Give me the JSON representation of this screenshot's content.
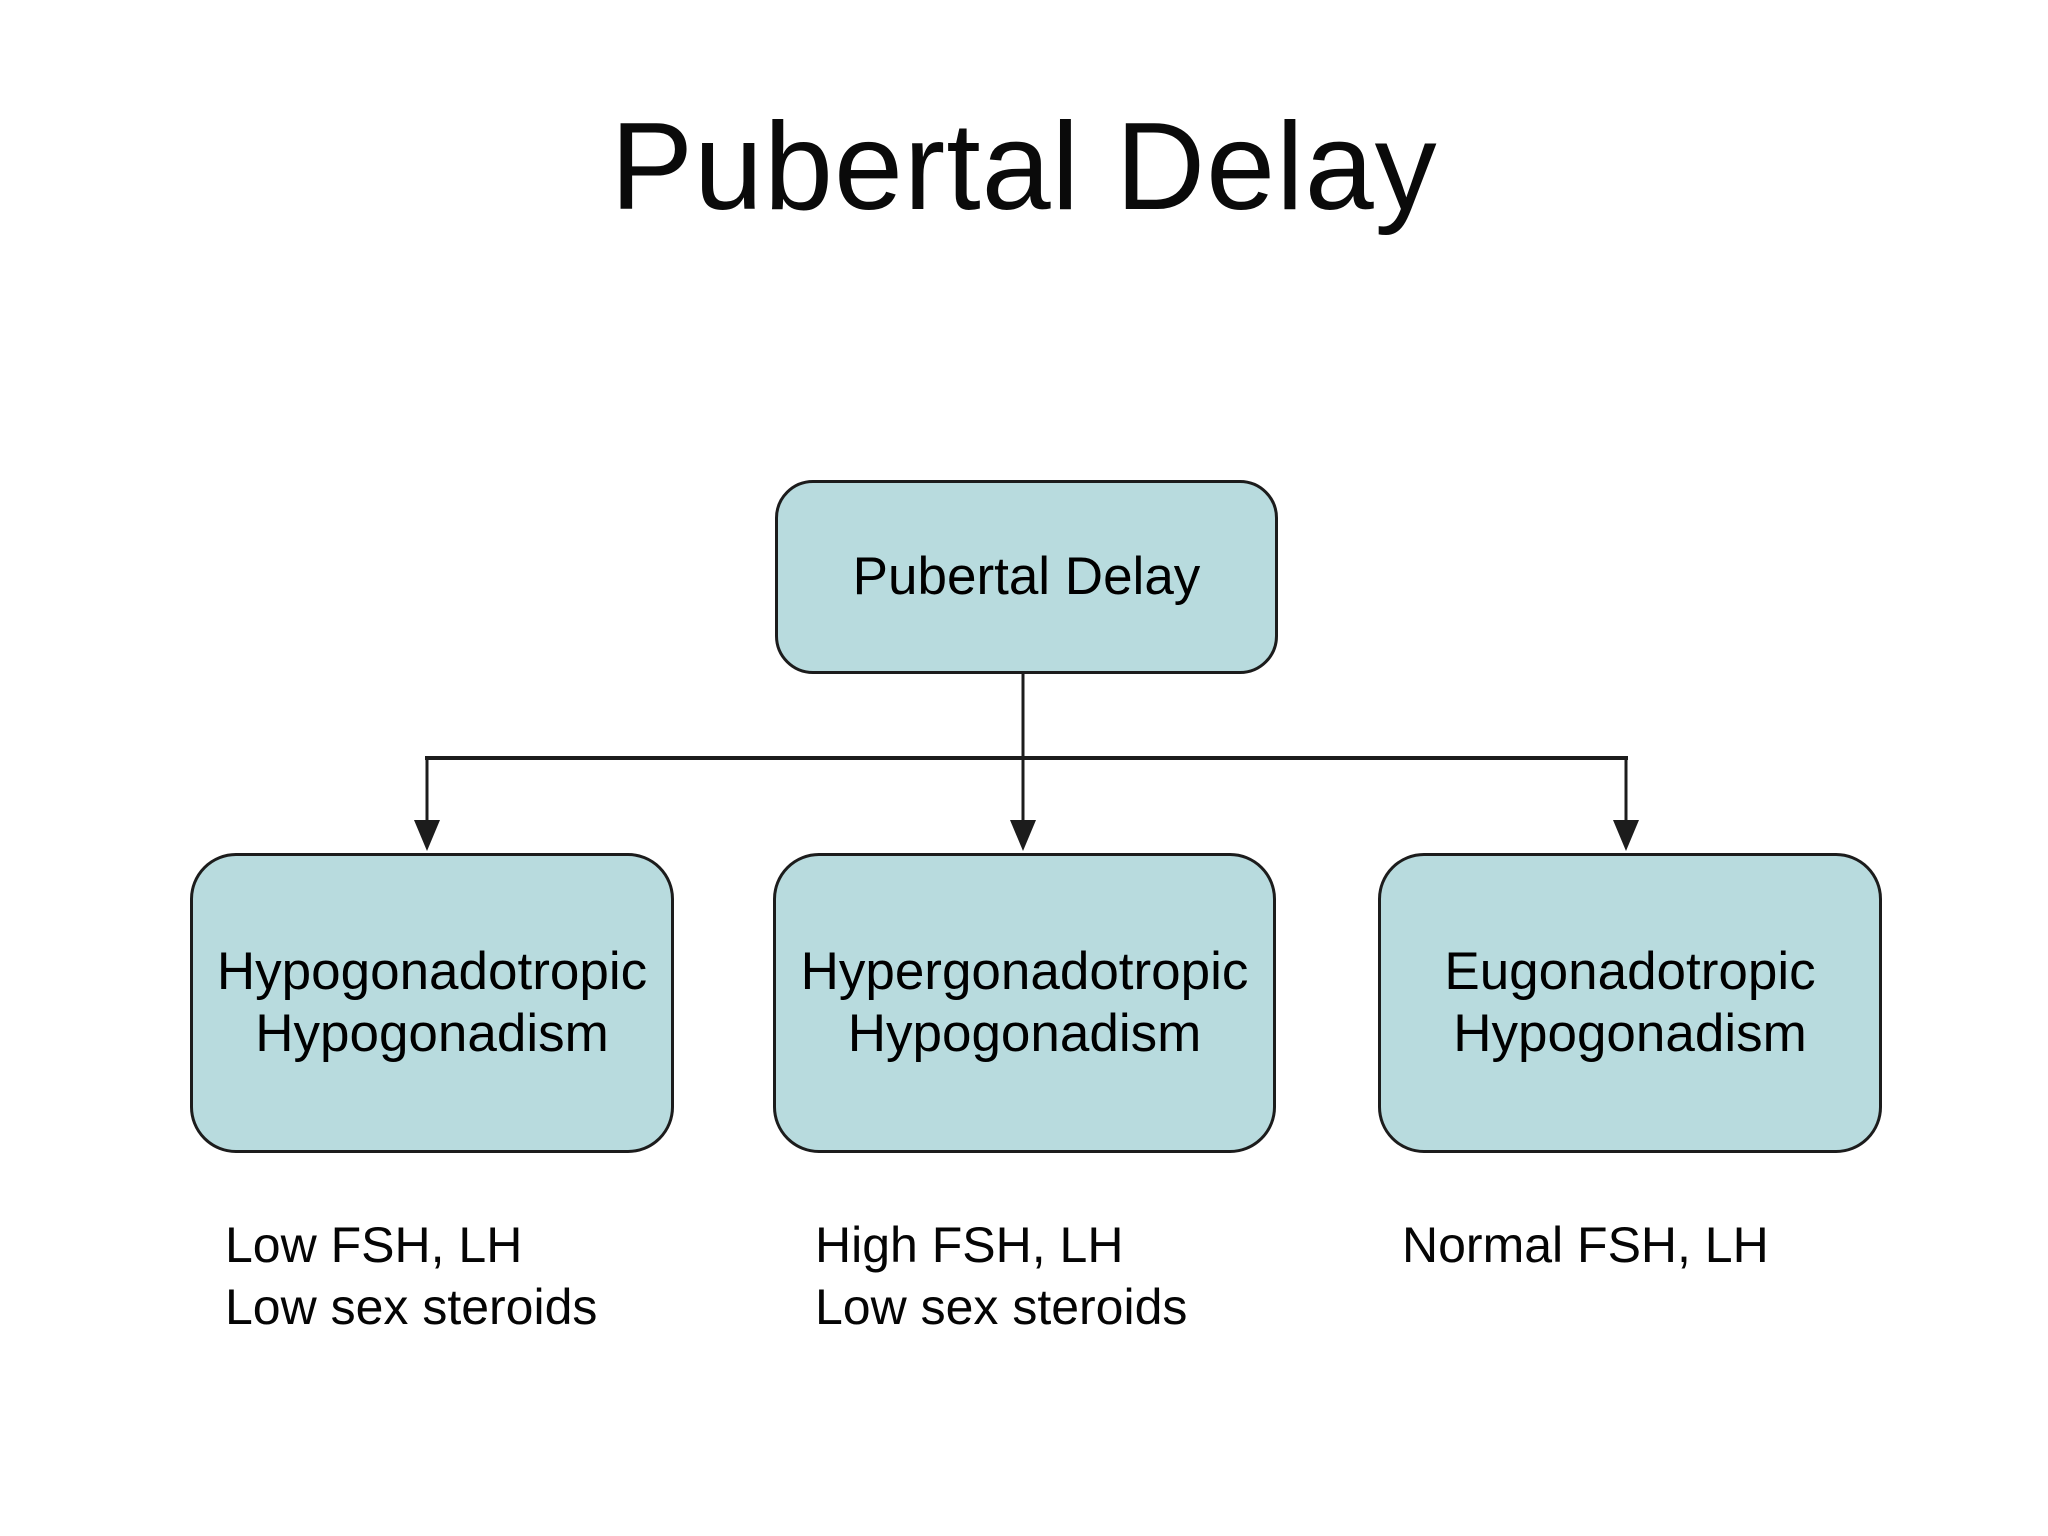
{
  "slide": {
    "title": "Pubertal Delay",
    "colors": {
      "background": "#ffffff",
      "box_fill": "#b8dbde",
      "box_border": "#1c1c1c",
      "connector_line": "#1c1c1c",
      "text": "#000000"
    },
    "root": {
      "label": "Pubertal Delay"
    },
    "branches": [
      {
        "box_line1": "Hypogonadotropic",
        "box_line2": "Hypogonadism",
        "note_line1": "Low FSH, LH",
        "note_line2": "Low sex steroids"
      },
      {
        "box_line1": "Hypergonadotropic",
        "box_line2": "Hypogonadism",
        "note_line1": "High FSH, LH",
        "note_line2": "Low sex steroids"
      },
      {
        "box_line1": "Eugonadotropic",
        "box_line2": "Hypogonadism",
        "note_line1": "Normal FSH, LH",
        "note_line2": ""
      }
    ]
  }
}
